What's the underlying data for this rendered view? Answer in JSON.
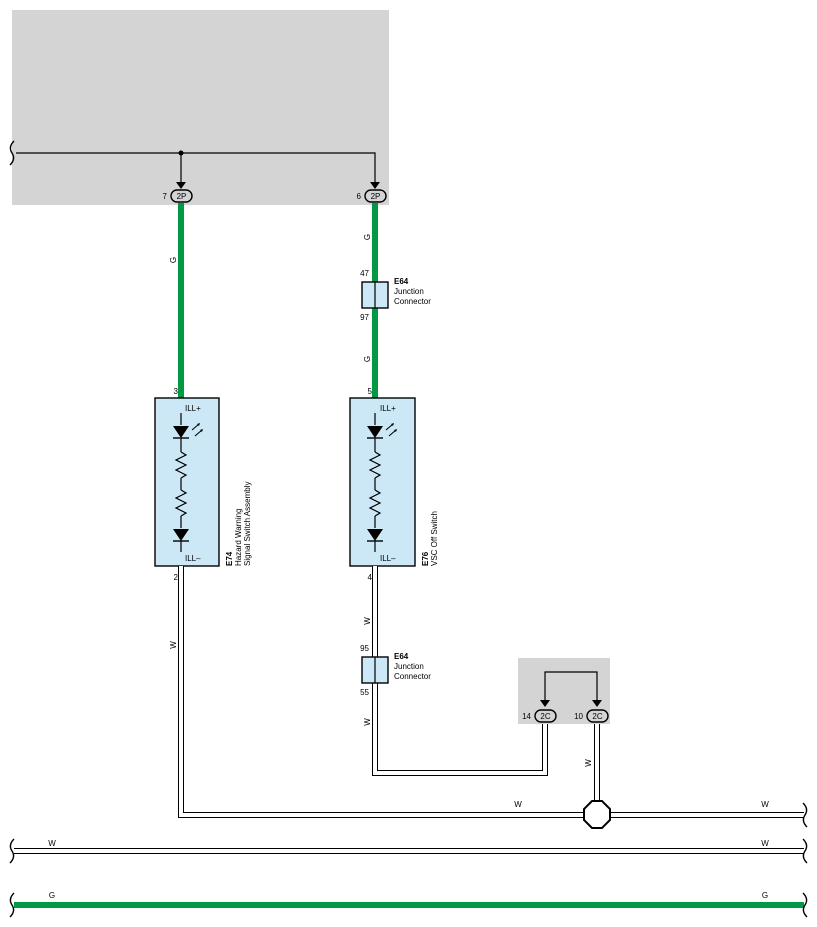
{
  "colors": {
    "green_wire": "#009a44",
    "panel_gray": "#d4d4d5",
    "component_blue": "#cce8f7"
  },
  "connectors": {
    "top_left": {
      "pin": "7",
      "code": "2P"
    },
    "top_right": {
      "pin": "6",
      "code": "2P"
    },
    "gray_left": {
      "pin": "14",
      "code": "2C"
    },
    "gray_right": {
      "pin": "10",
      "code": "2C"
    }
  },
  "junction_upper": {
    "id": "E64",
    "line1": "Junction",
    "line2": "Connector",
    "pin_top": "47",
    "pin_bottom": "97"
  },
  "junction_lower": {
    "id": "E64",
    "line1": "Junction",
    "line2": "Connector",
    "pin_top": "95",
    "pin_bottom": "55"
  },
  "switch_hazard": {
    "id": "E74",
    "line1": "Hazard Warning",
    "line2": "Signal Switch Assembly",
    "pin_top": "3",
    "pin_bottom": "2",
    "term_top": "ILL+",
    "term_bottom": "ILL–"
  },
  "switch_vsc": {
    "id": "E76",
    "line1": "VSC Off Switch",
    "pin_top": "5",
    "pin_bottom": "4",
    "term_top": "ILL+",
    "term_bottom": "ILL–"
  },
  "wire_labels": {
    "green": "G",
    "white": "W"
  }
}
